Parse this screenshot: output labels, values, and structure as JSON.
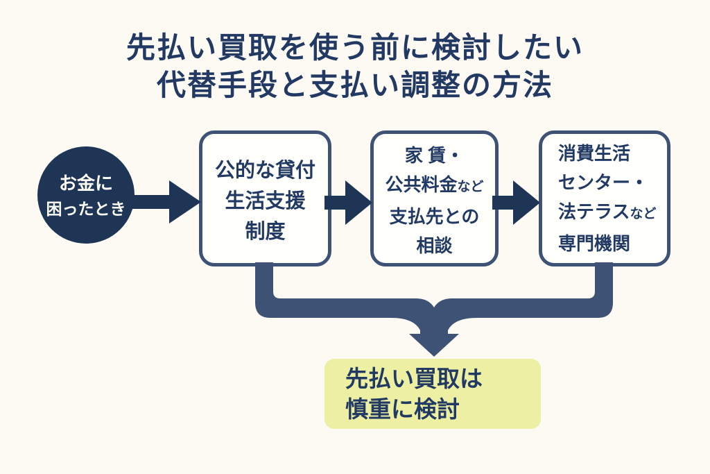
{
  "title": {
    "line1": "先払い買取を使う前に検討したい",
    "line2": "代替手段と支払い調整の方法"
  },
  "start_node": {
    "line1": "お金に",
    "line2": "困ったとき"
  },
  "steps": {
    "box1": {
      "line1": "公的な貸付",
      "line2": "生活支援",
      "line3": "制度"
    },
    "box2": {
      "line1": "家 賃・",
      "line2_main": "公共料金",
      "line2_suffix": "など",
      "line3": "支払先との",
      "line4": "相談"
    },
    "box3": {
      "line1": "消費生活",
      "line2": "センター・",
      "line3_main": "法テラス",
      "line3_suffix": "など",
      "line4": "専門機関"
    }
  },
  "conclusion": {
    "line1": "先払い買取は",
    "line2": "慎重に検討"
  },
  "colors": {
    "background": "#fcfaf2",
    "dark_navy": "#1e3556",
    "slate_blue": "#3e5276",
    "text_navy": "#223a63",
    "box_fill": "#fffffc",
    "highlight_yellow": "#edf0a3"
  }
}
